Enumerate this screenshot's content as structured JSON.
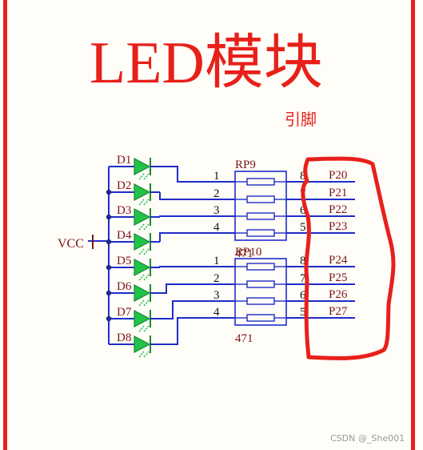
{
  "title": "LED模块",
  "annotation": "引脚",
  "watermark": "CSDN @_She001",
  "power": {
    "label": "VCC"
  },
  "leds": [
    "D1",
    "D2",
    "D3",
    "D4",
    "D5",
    "D6",
    "D7",
    "D8"
  ],
  "resistor_packs": [
    {
      "ref": "RP9",
      "value": "471",
      "left_pins": [
        "1",
        "2",
        "3",
        "4"
      ],
      "right_pins": [
        "8",
        "7",
        "6",
        "5"
      ]
    },
    {
      "ref": "RP10",
      "value": "471",
      "left_pins": [
        "1",
        "2",
        "3",
        "4"
      ],
      "right_pins": [
        "8",
        "7",
        "6",
        "5"
      ]
    }
  ],
  "port_labels": [
    "P20",
    "P21",
    "P22",
    "P23",
    "P24",
    "P25",
    "P26",
    "P27"
  ],
  "colors": {
    "border": "#e8201a",
    "title": "#e8201a",
    "wire": "#1f2cc9",
    "text": "#7a1616",
    "led_fill": "#22c24a",
    "led_stroke": "#1a8a2e",
    "marker": "#e8201a",
    "junction": "#1f2a8a",
    "watermark": "#9a9a9a"
  }
}
